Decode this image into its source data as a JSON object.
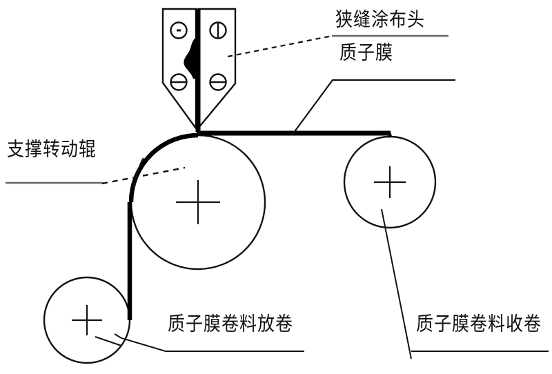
{
  "diagram": {
    "title": "Slot die coating line schematic",
    "background_color": "#ffffff",
    "line_color": "#111111",
    "web_color": "#000000",
    "labels": {
      "slot_die_head": "狭缝涂布头",
      "proton_membrane": "质子膜",
      "support_roller": "支撑转动辊",
      "unwind_roll": "质子膜卷料放卷",
      "rewind_roll": "质子膜卷料收卷"
    },
    "components": {
      "coating_head": {
        "name": "狭缝涂布头",
        "bolt_count": 4,
        "bolt_marks": [
          "dot",
          "vertical-slot",
          "horizontal-slot",
          "horizontal-slot"
        ]
      },
      "support_roller": {
        "name": "支撑转动辊",
        "center_mark": "cross"
      },
      "unwind_roller": {
        "name": "质子膜卷料放卷",
        "center_mark": "cross"
      },
      "rewind_roller": {
        "name": "质子膜卷料收卷",
        "center_mark": "cross"
      },
      "web": {
        "name": "质子膜",
        "path": "unwind -> support roller -> rewind"
      }
    }
  }
}
